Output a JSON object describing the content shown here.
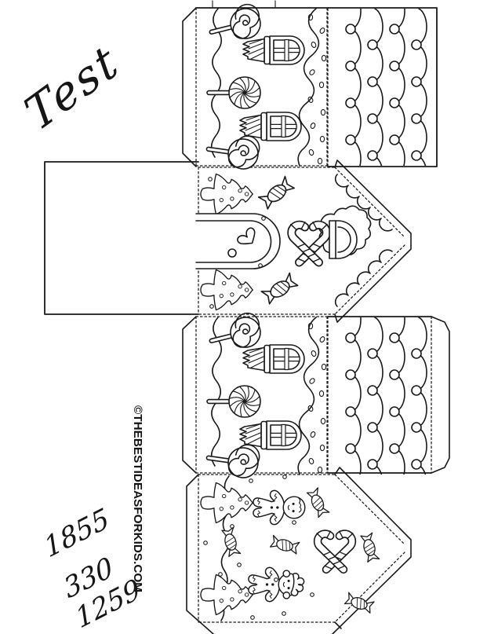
{
  "page": {
    "background": "#ffffff",
    "ink": "#1a1a1a"
  },
  "handwriting": {
    "word": "Test",
    "numbers": [
      "1855",
      "330",
      "1259"
    ]
  },
  "watermark": {
    "text": "©THEBESTIDEASFORKIDS.COM"
  },
  "template": {
    "panels": [
      "side-wall",
      "roof",
      "base",
      "front-gable",
      "side-wall",
      "roof",
      "back-gable"
    ],
    "icons": {
      "lollipop-swirl": "spiral lollipop on stick",
      "lollipop-pinwheel": "pinwheel lollipop on stick",
      "arched-window": "arched 4-pane window with striped icing box",
      "christmas-tree": "wavy christmas tree with ornament dots",
      "arched-door": "arched door with heart and doorknob",
      "wrapped-candy": "striped candy with twist wrappers",
      "candy-cane-cross": "two crossed striped candy canes",
      "gingerbread-man": "gingerbread boy",
      "gingerbread-girl": "gingerbread girl",
      "roof-scallops": "scalloped shingle rows with dots",
      "icing-drips": "wavy icing edge with sprinkle dots"
    }
  }
}
